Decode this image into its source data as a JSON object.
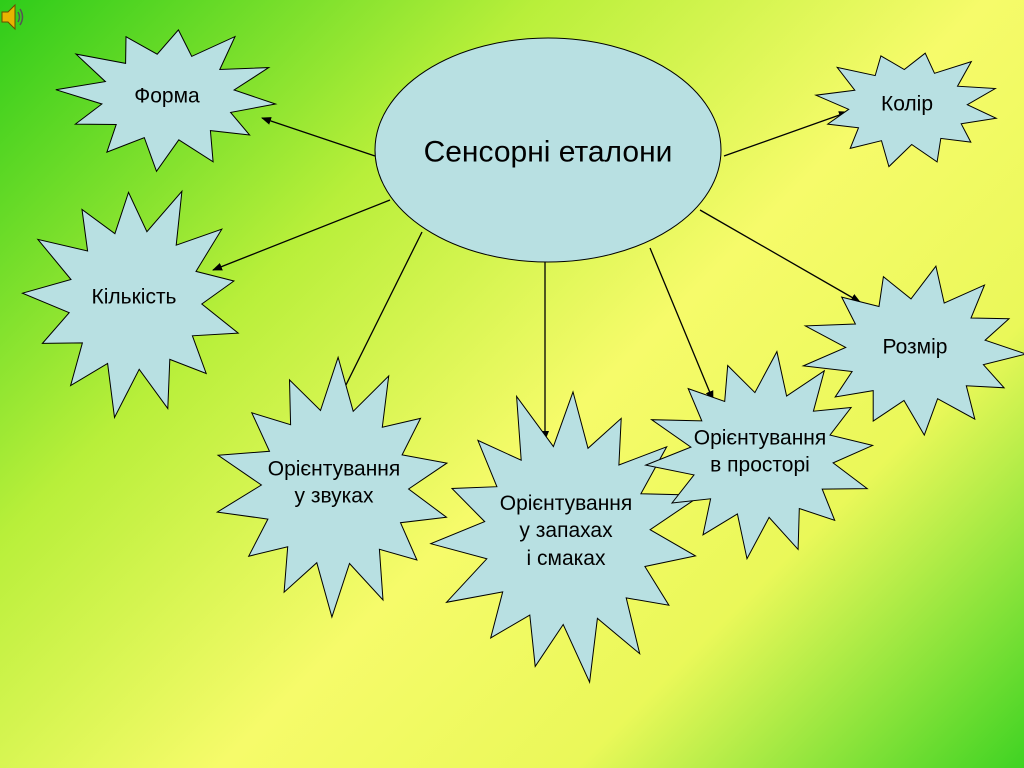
{
  "center": {
    "label": "Сенсорні еталони"
  },
  "nodes": [
    {
      "id": "forma",
      "label": "Форма"
    },
    {
      "id": "kolir",
      "label": "Колір"
    },
    {
      "id": "kilkist",
      "label": "Кількість"
    },
    {
      "id": "rozmir",
      "label": "Розмір"
    },
    {
      "id": "zvuky",
      "label": "Орієнтування\nу звуках"
    },
    {
      "id": "zapakhy",
      "label": "Орієнтування\nу запахах\nі смаках"
    },
    {
      "id": "prostir",
      "label": "Орієнтування\nв просторі"
    }
  ],
  "colors": {
    "shape_fill": "#b8e0e2",
    "shape_stroke": "#000000",
    "arrow": "#000000"
  },
  "icons": {
    "audio": "speaker-icon"
  }
}
